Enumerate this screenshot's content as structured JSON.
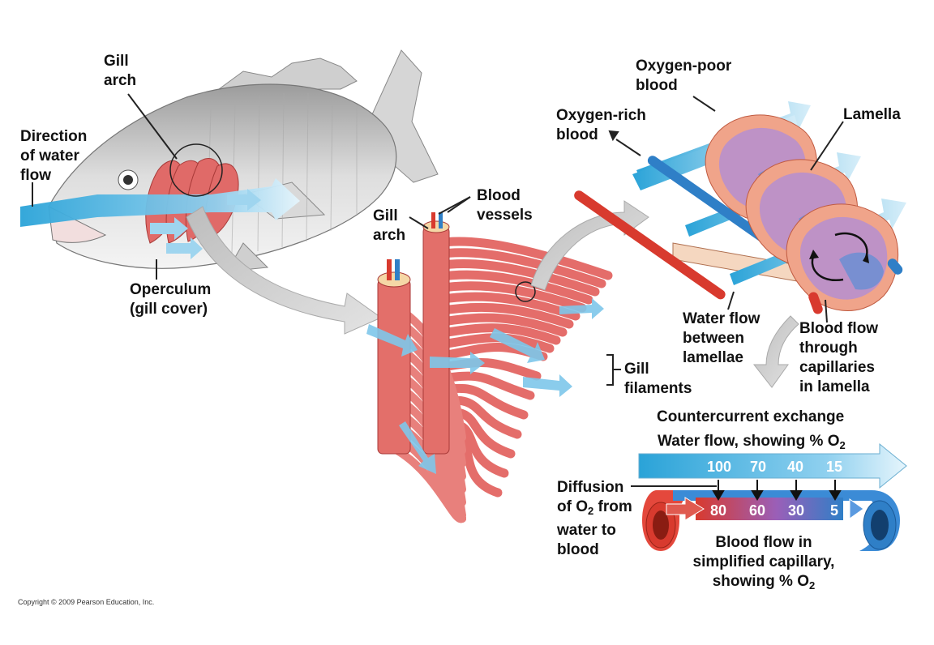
{
  "labels": {
    "gill_arch_fish": [
      "Gill",
      "arch"
    ],
    "direction_of_water_flow": [
      "Direction",
      "of water",
      "flow"
    ],
    "operculum": [
      "Operculum",
      "(gill cover)"
    ],
    "gill_arch_mid": [
      "Gill",
      "arch"
    ],
    "blood_vessels": [
      "Blood",
      "vessels"
    ],
    "gill_filaments": [
      "Gill",
      "filaments"
    ],
    "oxygen_poor_blood": [
      "Oxygen-poor",
      "blood"
    ],
    "oxygen_rich_blood": [
      "Oxygen-rich",
      "blood"
    ],
    "lamella": [
      "Lamella"
    ],
    "water_flow_between_lamellae": [
      "Water flow",
      "between",
      "lamellae"
    ],
    "blood_flow_through_capillaries": [
      "Blood flow",
      "through",
      "capillaries",
      "in lamella"
    ],
    "countercurrent_exchange": "Countercurrent exchange",
    "water_flow_showing_o2_prefix": "Water flow, showing % O",
    "diffusion_line1": "Diffusion",
    "diffusion_line2_prefix": "of O",
    "diffusion_line2_suffix": " from",
    "diffusion_line3": "water to",
    "diffusion_line4": "blood",
    "blood_flow_line1": "Blood flow in",
    "blood_flow_line2": "simplified capillary,",
    "blood_flow_line3_prefix": "showing % O",
    "subscript_2": "2"
  },
  "water_o2_percent": [
    "100",
    "70",
    "40",
    "15"
  ],
  "blood_o2_percent": [
    "80",
    "60",
    "30",
    "5"
  ],
  "copyright": "Copyright © 2009 Pearson Education, Inc.",
  "colors": {
    "water_blue": "#2aa3d8",
    "water_light": "#bfe6f7",
    "blood_red": "#d83a2e",
    "blood_blue": "#2f7fc7",
    "gill_red": "#e06a68",
    "fish_gray": "#d9d9d9",
    "flow_gray": "#c8c8c8"
  }
}
